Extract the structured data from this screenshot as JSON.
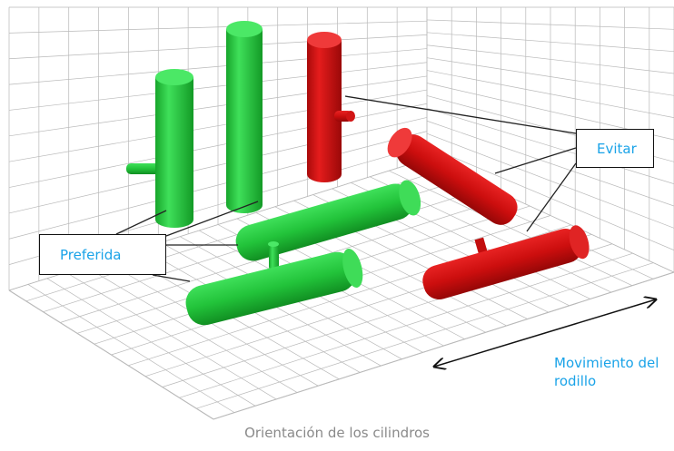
{
  "labels": {
    "preferred": "Preferida",
    "avoid": "Evitar",
    "movement": "Movimiento del rodillo"
  },
  "caption": "Orientación de los cilindros",
  "colors": {
    "preferred_cylinder": "#22c33a",
    "avoid_cylinder": "#d40e0e",
    "grid": "#b9b9b9",
    "label_text": "#1aa3e8",
    "caption_text": "#8a8a8a"
  }
}
